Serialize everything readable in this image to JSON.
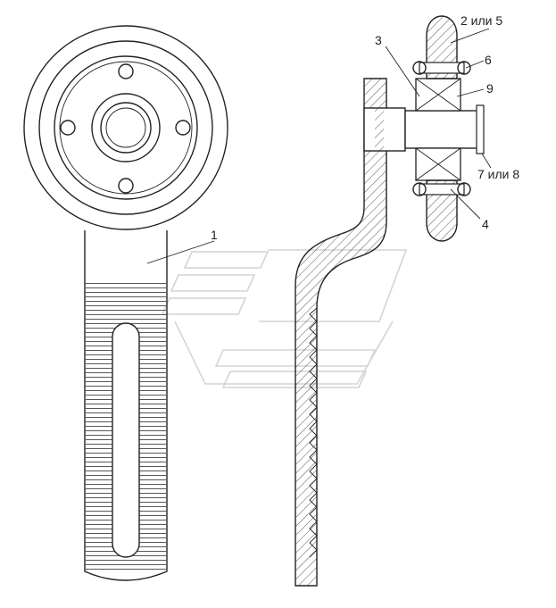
{
  "callouts": {
    "part_1": "1",
    "part_2_or_5": "2 или 5",
    "part_3": "3",
    "part_4": "4",
    "part_6": "6",
    "part_7_or_8": "7 или 8",
    "part_9": "9"
  },
  "colors": {
    "line": "#222222",
    "hatch": "#444444",
    "watermark": "#d4d4d4"
  }
}
